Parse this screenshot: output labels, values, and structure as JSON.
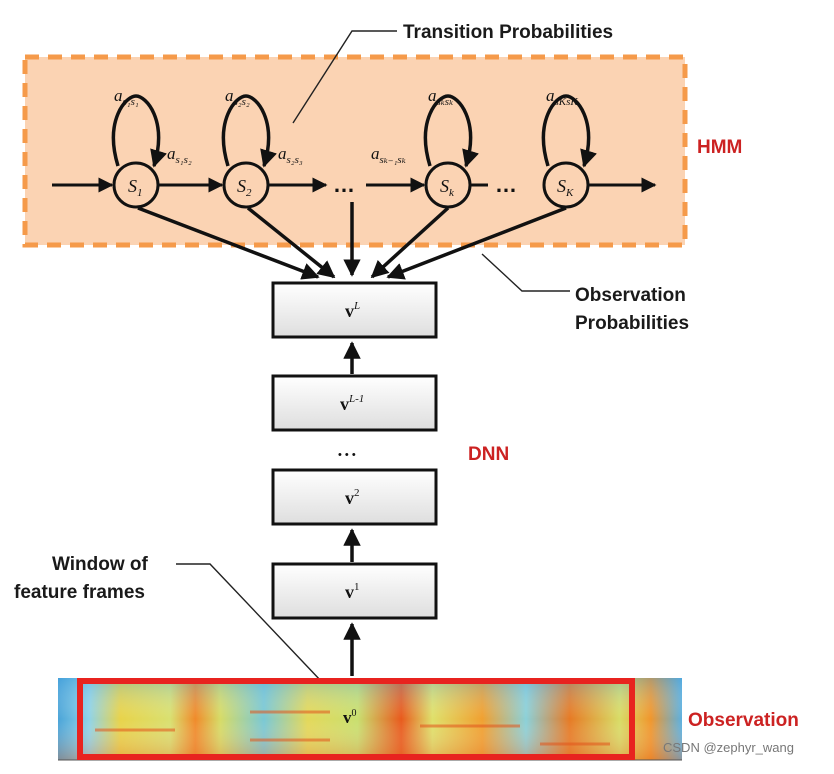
{
  "labels": {
    "transition": "Transition Probabilities",
    "hmm": "HMM",
    "observation_prob_line1": "Observation",
    "observation_prob_line2": "Probabilities",
    "dnn": "DNN",
    "window_line1": "Window of",
    "window_line2": "feature frames",
    "observation": "Observation",
    "watermark": "CSDN @zephyr_wang"
  },
  "states": [
    {
      "base": "S",
      "sub": "1"
    },
    {
      "base": "S",
      "sub": "2"
    },
    {
      "base": "S",
      "sub": "k"
    },
    {
      "base": "S",
      "sub": "K"
    }
  ],
  "self_loops": [
    {
      "base": "a",
      "sub": "s₁s₁"
    },
    {
      "base": "a",
      "sub": "s₂s₂"
    },
    {
      "base": "a",
      "sub": "sₖsₖ"
    },
    {
      "base": "a",
      "sub": "sKsK"
    }
  ],
  "transitions": [
    {
      "base": "a",
      "sub": "s₁s₂"
    },
    {
      "base": "a",
      "sub": "s₂s₃"
    },
    {
      "base": "a",
      "sub": "sₖ₋₁sₖ"
    }
  ],
  "ellipsis": "…",
  "dnn_layers": [
    {
      "base": "v",
      "sup": "L"
    },
    {
      "base": "v",
      "sup": "L-1"
    },
    {
      "base": "v",
      "sup": "2"
    },
    {
      "base": "v",
      "sup": "1"
    }
  ],
  "layer_ellipsis": "• • •",
  "input_layer": {
    "base": "v",
    "sup": "0"
  },
  "colors": {
    "hmm_fill": "#fbd3b3",
    "hmm_border": "#f59a4a",
    "accent_red": "#cc2222",
    "observation_box": "#e8231f",
    "arrow": "#111111"
  }
}
